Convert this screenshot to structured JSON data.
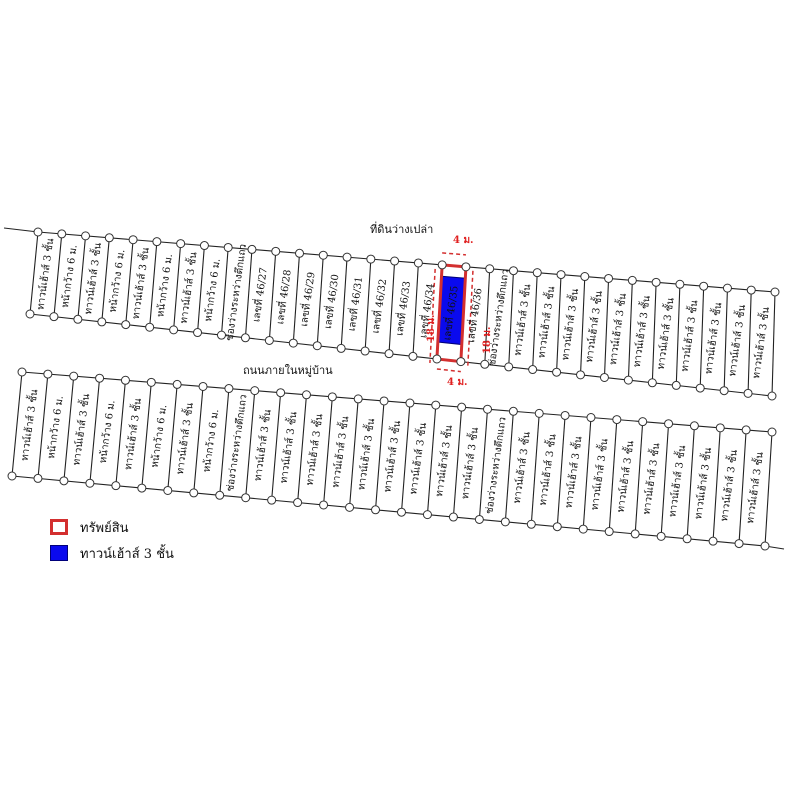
{
  "map": {
    "labels": {
      "public_area": "ที่ดินว่างเปล่า",
      "village_road": "ถนนภายในหมู่บ้าน"
    },
    "dimensions": {
      "width_top": "4 ม.",
      "width_bottom": "4 ม.",
      "depth_left": "18 ม.",
      "depth_right": "18 ม."
    },
    "subject_lot": "เลขที่ 46/35",
    "colors": {
      "asset_outline": "#d32f2f",
      "subject_fill": "#0a0aee",
      "lines": "#222222"
    },
    "top_row_lots": [
      "ทาวน์เฮ้าส์ 3 ชั้น",
      "หน้ากว้าง 6 ม.",
      "ทาวน์เฮ้าส์ 3 ชั้น",
      "หน้ากว้าง 6 ม.",
      "ทาวน์เฮ้าส์ 3 ชั้น",
      "หน้ากว้าง 6 ม.",
      "ทาวน์เฮ้าส์ 3 ชั้น",
      "หน้ากว้าง 6 ม.",
      "ช่องว่างระหว่างตึกแถว",
      "เลขที่ 46/27",
      "เลขที่ 46/28",
      "เลขที่ 46/29",
      "เลขที่ 46/30",
      "เลขที่ 46/31",
      "เลขที่ 46/32",
      "เลขที่ 46/33",
      "เลขที่ 46/34",
      "เลขที่ 46/35",
      "เลขที่ 46/36",
      "ช่องว่างระหว่างตึกแถว",
      "ทาวน์เฮ้าส์ 3 ชั้น",
      "ทาวน์เฮ้าส์ 3 ชั้น",
      "ทาวน์เฮ้าส์ 3 ชั้น",
      "ทาวน์เฮ้าส์ 3 ชั้น",
      "ทาวน์เฮ้าส์ 3 ชั้น",
      "ทาวน์เฮ้าส์ 3 ชั้น",
      "ทาวน์เฮ้าส์ 3 ชั้น",
      "ทาวน์เฮ้าส์ 3 ชั้น",
      "ทาวน์เฮ้าส์ 3 ชั้น",
      "ทาวน์เฮ้าส์ 3 ชั้น",
      "ทาวน์เฮ้าส์ 3 ชั้น"
    ],
    "bottom_row_lots": [
      "ทาวน์เฮ้าส์ 3 ชั้น",
      "หน้ากว้าง 6 ม.",
      "ทาวน์เฮ้าส์ 3 ชั้น",
      "หน้ากว้าง 6 ม.",
      "ทาวน์เฮ้าส์ 3 ชั้น",
      "หน้ากว้าง 6 ม.",
      "ทาวน์เฮ้าส์ 3 ชั้น",
      "หน้ากว้าง 6 ม.",
      "ช่องว่างระหว่างตึกแถว",
      "ทาวน์เฮ้าส์ 3 ชั้น",
      "ทาวน์เฮ้าส์ 3 ชั้น",
      "ทาวน์เฮ้าส์ 3 ชั้น",
      "ทาวน์เฮ้าส์ 3 ชั้น",
      "ทาวน์เฮ้าส์ 3 ชั้น",
      "ทาวน์เฮ้าส์ 3 ชั้น",
      "ทาวน์เฮ้าส์ 3 ชั้น",
      "ทาวน์เฮ้าส์ 3 ชั้น",
      "ทาวน์เฮ้าส์ 3 ชั้น",
      "ช่องว่างระหว่างตึกแถว",
      "ทาวน์เฮ้าส์ 3 ชั้น",
      "ทาวน์เฮ้าส์ 3 ชั้น",
      "ทาวน์เฮ้าส์ 3 ชั้น",
      "ทาวน์เฮ้าส์ 3 ชั้น",
      "ทาวน์เฮ้าส์ 3 ชั้น",
      "ทาวน์เฮ้าส์ 3 ชั้น",
      "ทาวน์เฮ้าส์ 3 ชั้น",
      "ทาวน์เฮ้าส์ 3 ชั้น",
      "ทาวน์เฮ้าส์ 3 ชั้น",
      "ทาวน์เฮ้าส์ 3 ชั้น"
    ]
  },
  "legend": {
    "asset_label": "ทรัพย์สิน",
    "townhouse_label": "ทาวน์เฮ้าส์ 3 ชั้น"
  }
}
